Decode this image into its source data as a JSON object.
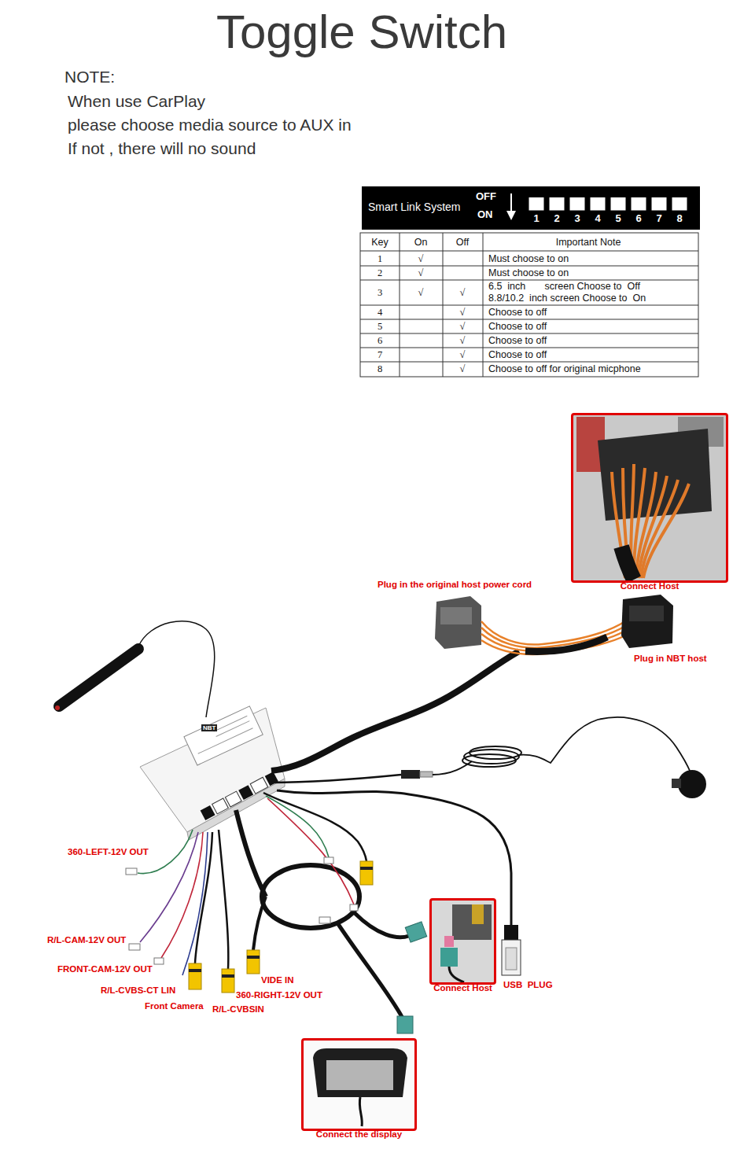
{
  "diagram": {
    "title": "Toggle Switch",
    "nodes": [
      {
        "text": [
          "Connect Host"
        ]
      },
      {
        "text": [
          "Connect Host"
        ]
      },
      {
        "text": [
          "Connect the display"
        ]
      }
    ],
    "labels": [
      "NOTE:",
      "When use CarPlay",
      "please choose media source to AUX in",
      "If not , there will no sound",
      "Smart Link System",
      "OFF",
      "ON",
      "1",
      "2",
      "3",
      "4",
      "5",
      "6",
      "7",
      "8",
      "Key",
      "On",
      "Off",
      "Important Note",
      "1",
      "√",
      "Must choose to on",
      "2",
      "√",
      "Must choose to on",
      "3",
      "√",
      "√",
      "6.5  inch       screen Choose to  Off",
      "8.8/10.2  inch screen Choose to  On",
      "4",
      "√",
      "Choose to off",
      "5",
      "√",
      "Choose to off",
      "6",
      "√",
      "Choose to off",
      "7",
      "√",
      "Choose to off",
      "8",
      "√",
      "Choose to off for original micphone",
      "Plug in the original host power cord",
      "Plug in NBT host",
      "360-LEFT-12V OUT",
      "R/L-CAM-12V OUT",
      "FRONT-CAM-12V OUT",
      "R/L-CVBS-CT LIN",
      "Front Camera",
      "R/L-CVBSIN",
      "VIDE IN",
      "360-RIGHT-12V OUT",
      "USB  PLUG",
      "NBT"
    ]
  }
}
